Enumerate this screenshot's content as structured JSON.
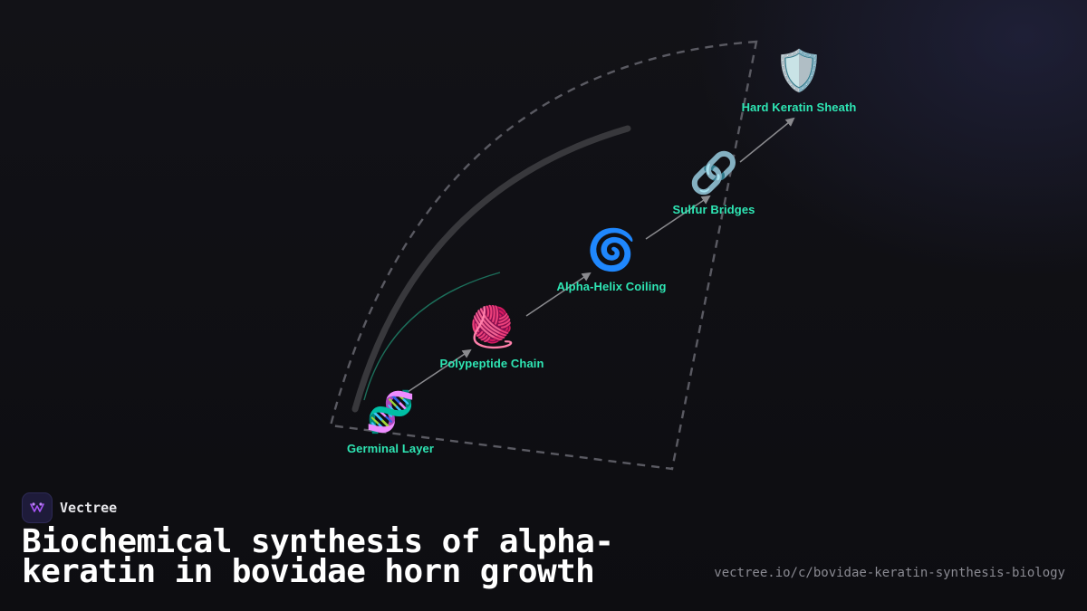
{
  "brand": {
    "name": "Vectree"
  },
  "title": "Biochemical synthesis of alpha-keratin in bovidae horn growth",
  "url": "vectree.io/c/bovidae-keratin-synthesis-biology",
  "colors": {
    "label": "#2ee6b4",
    "background": "#0f0f13",
    "outline": "#5a5a62",
    "arrow": "#8a8a8e",
    "inner_arc": "#3a3a3e",
    "teal_arc": "#1f7a63"
  },
  "diagram": {
    "nodes": [
      {
        "icon": "🧬",
        "icon_name": "dna-icon",
        "label": "Germinal Layer"
      },
      {
        "icon": "🧶",
        "icon_name": "yarn-ball-icon",
        "label": "Polypeptide Chain"
      },
      {
        "icon": "🌀",
        "icon_name": "spiral-icon",
        "label": "Alpha-Helix Coiling"
      },
      {
        "icon": "🔗",
        "icon_name": "link-icon",
        "label": "Sulfur Bridges"
      },
      {
        "icon": "🛡️",
        "icon_name": "shield-icon",
        "label": "Hard Keratin Sheath"
      }
    ]
  }
}
